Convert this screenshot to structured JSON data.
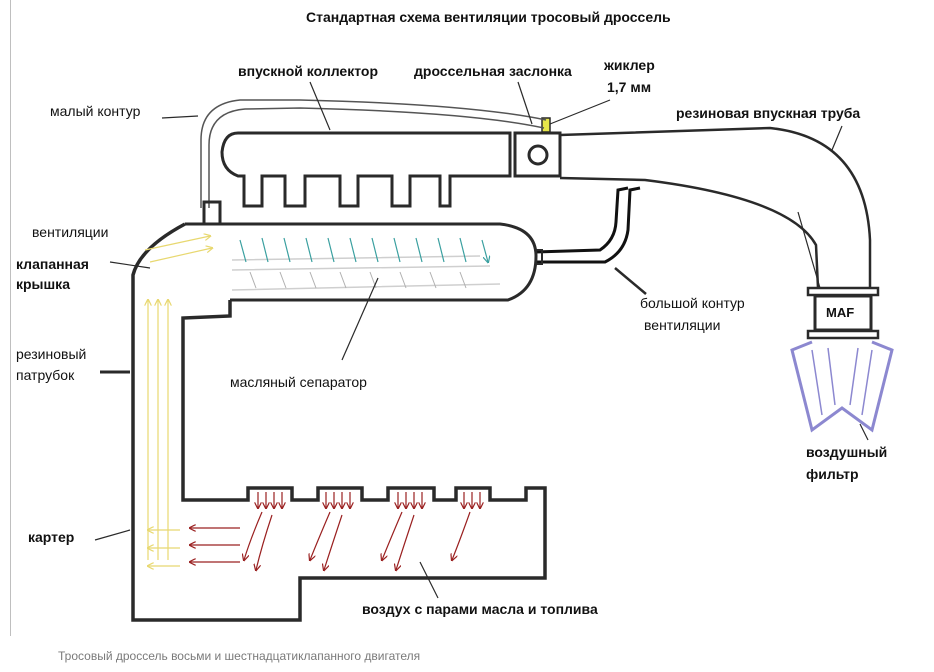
{
  "title": "Стандартная схема вентиляции  тросовый дроссель",
  "labels": {
    "intake_manifold": "впускной коллектор",
    "throttle_valve": "дроссельная заслонка",
    "jet": "жиклер",
    "jet_size": "1,7 мм",
    "small_circuit": "малый контур",
    "rubber_intake_pipe": "резиновая впускная труба",
    "ventilation": "вентиляции",
    "valve_cover_1": "клапанная",
    "valve_cover_2": "крышка",
    "rubber_hose_1": "резиновый",
    "rubber_hose_2": "патрубок",
    "big_circuit_1": "большой контур",
    "big_circuit_2": "вентиляции",
    "maf": "MAF",
    "oil_separator": "масляный сепаратор",
    "air_filter_1": "воздушный",
    "air_filter_2": "фильтр",
    "crankcase": "картер",
    "blowby": "воздух с парами масла и топлива"
  },
  "caption": "Тросовый дроссель восьми и шестнадцатиклапанного двигателя",
  "colors": {
    "outline": "#2a2a2a",
    "filter": "#8c88d0",
    "jet": "#e6e64a",
    "flow_warm": "#e8d870",
    "flow_red": "#9a2020",
    "flow_teal": "#3aa0a0"
  }
}
